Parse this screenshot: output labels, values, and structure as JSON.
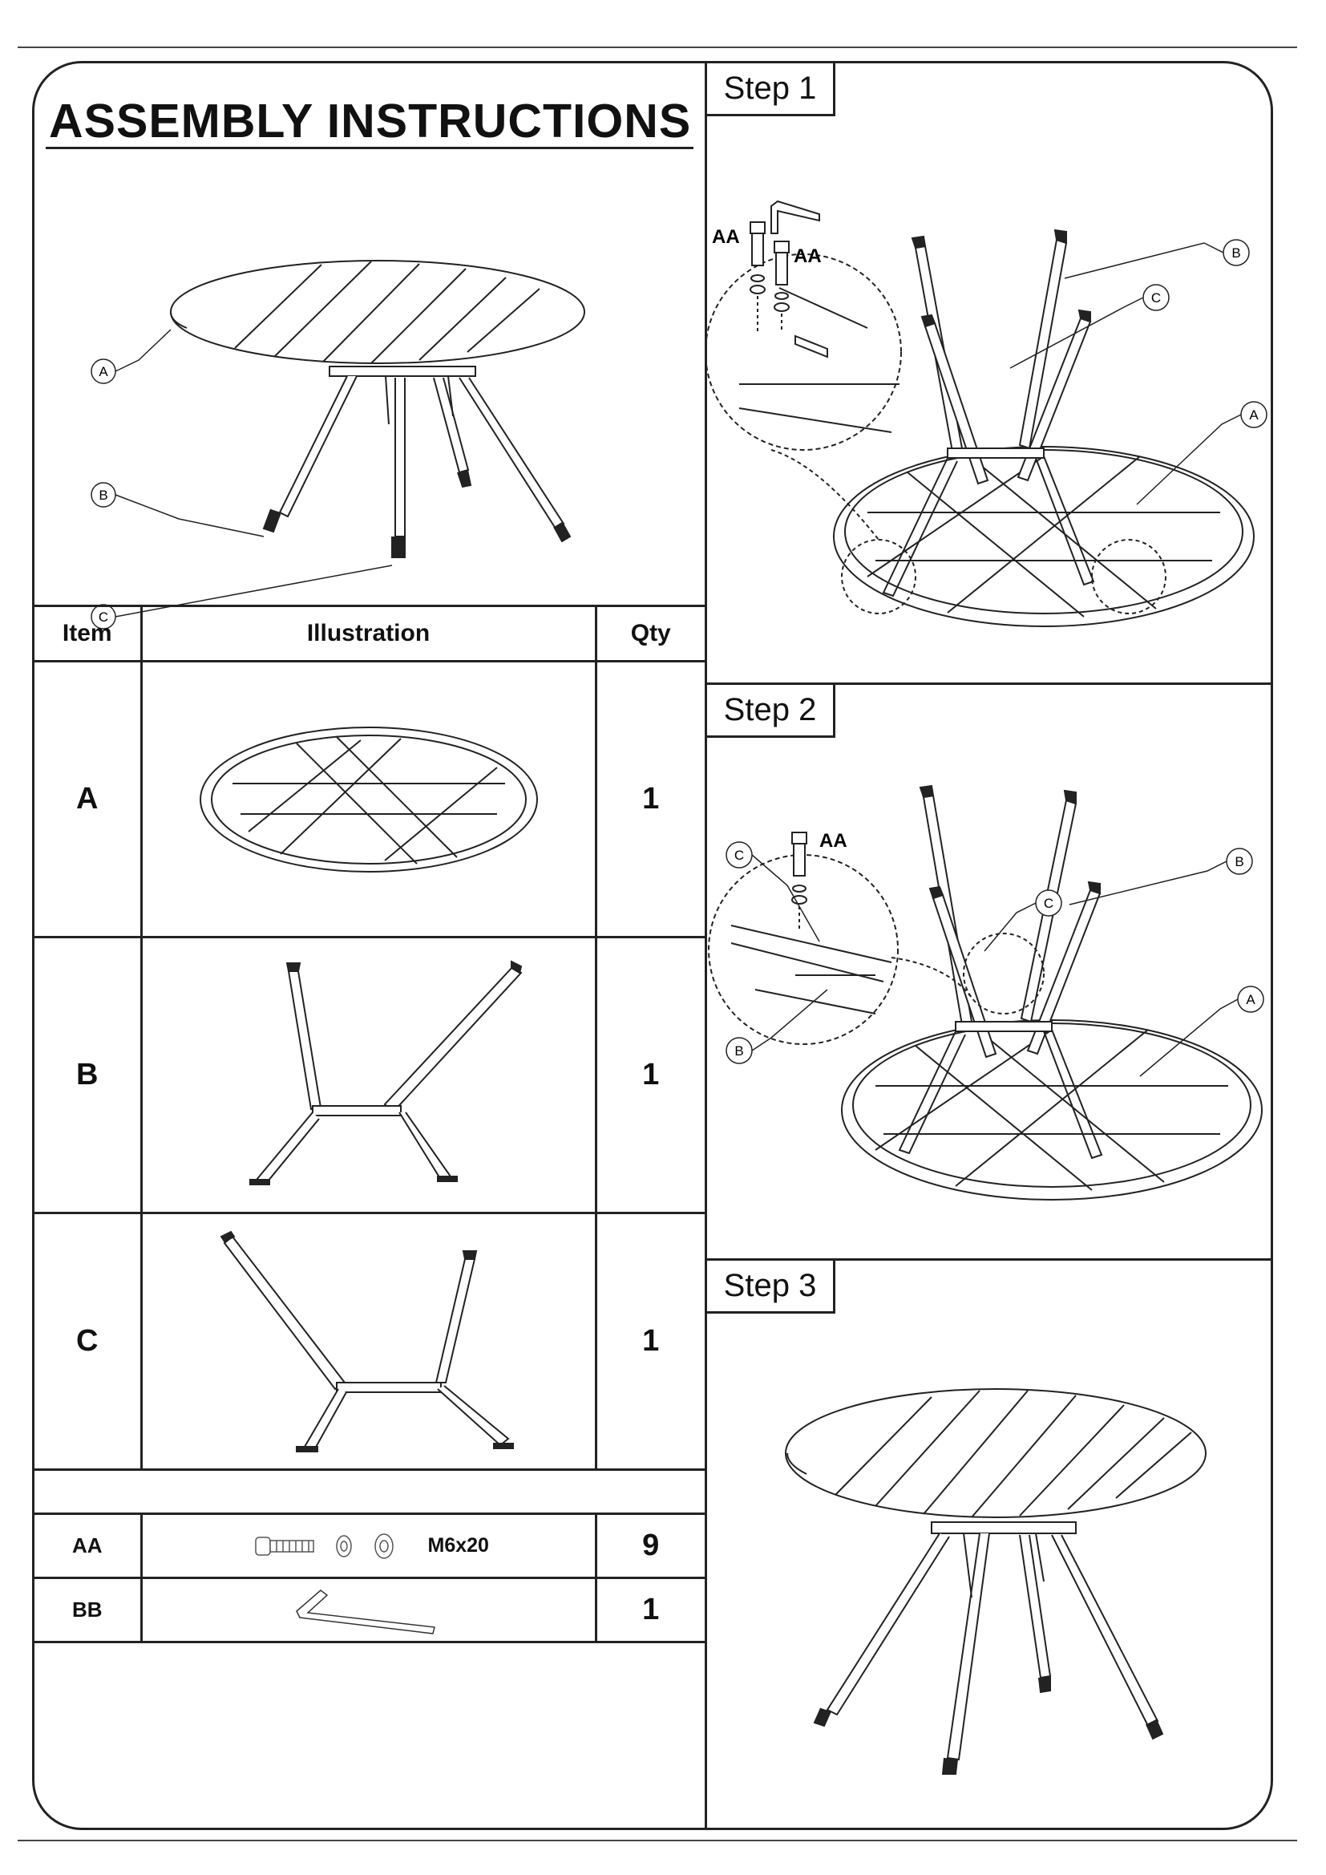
{
  "document": {
    "title": "ASSEMBLY INSTRUCTIONS"
  },
  "hero_callouts": [
    "A",
    "B",
    "C"
  ],
  "parts_table": {
    "headers": {
      "item": "Item",
      "illustration": "Illustration",
      "qty": "Qty"
    },
    "rows": [
      {
        "item": "A",
        "qty": "1",
        "spec": ""
      },
      {
        "item": "B",
        "qty": "1",
        "spec": ""
      },
      {
        "item": "C",
        "qty": "1",
        "spec": ""
      },
      {
        "item": "AA",
        "qty": "9",
        "spec": "M6x20"
      },
      {
        "item": "BB",
        "qty": "1",
        "spec": ""
      }
    ]
  },
  "steps": [
    {
      "label": "Step 1",
      "callouts": [
        "AA",
        "AA",
        "A",
        "B",
        "C"
      ]
    },
    {
      "label": "Step 2",
      "callouts": [
        "AA",
        "A",
        "B",
        "B",
        "C",
        "C"
      ]
    },
    {
      "label": "Step 3",
      "callouts": []
    }
  ]
}
